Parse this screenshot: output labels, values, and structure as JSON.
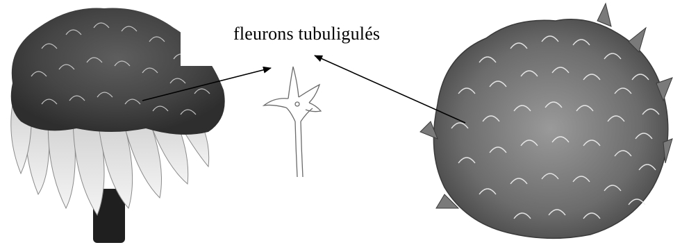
{
  "figure": {
    "label": "fleurons tubuligulés",
    "icons": {
      "left_flower": "flower-head-side-view",
      "center_floret": "tubuliguled-floret-drawing",
      "right_flower": "flower-head-top-view"
    },
    "colors": {
      "ink": "#000000",
      "background": "#ffffff"
    }
  }
}
